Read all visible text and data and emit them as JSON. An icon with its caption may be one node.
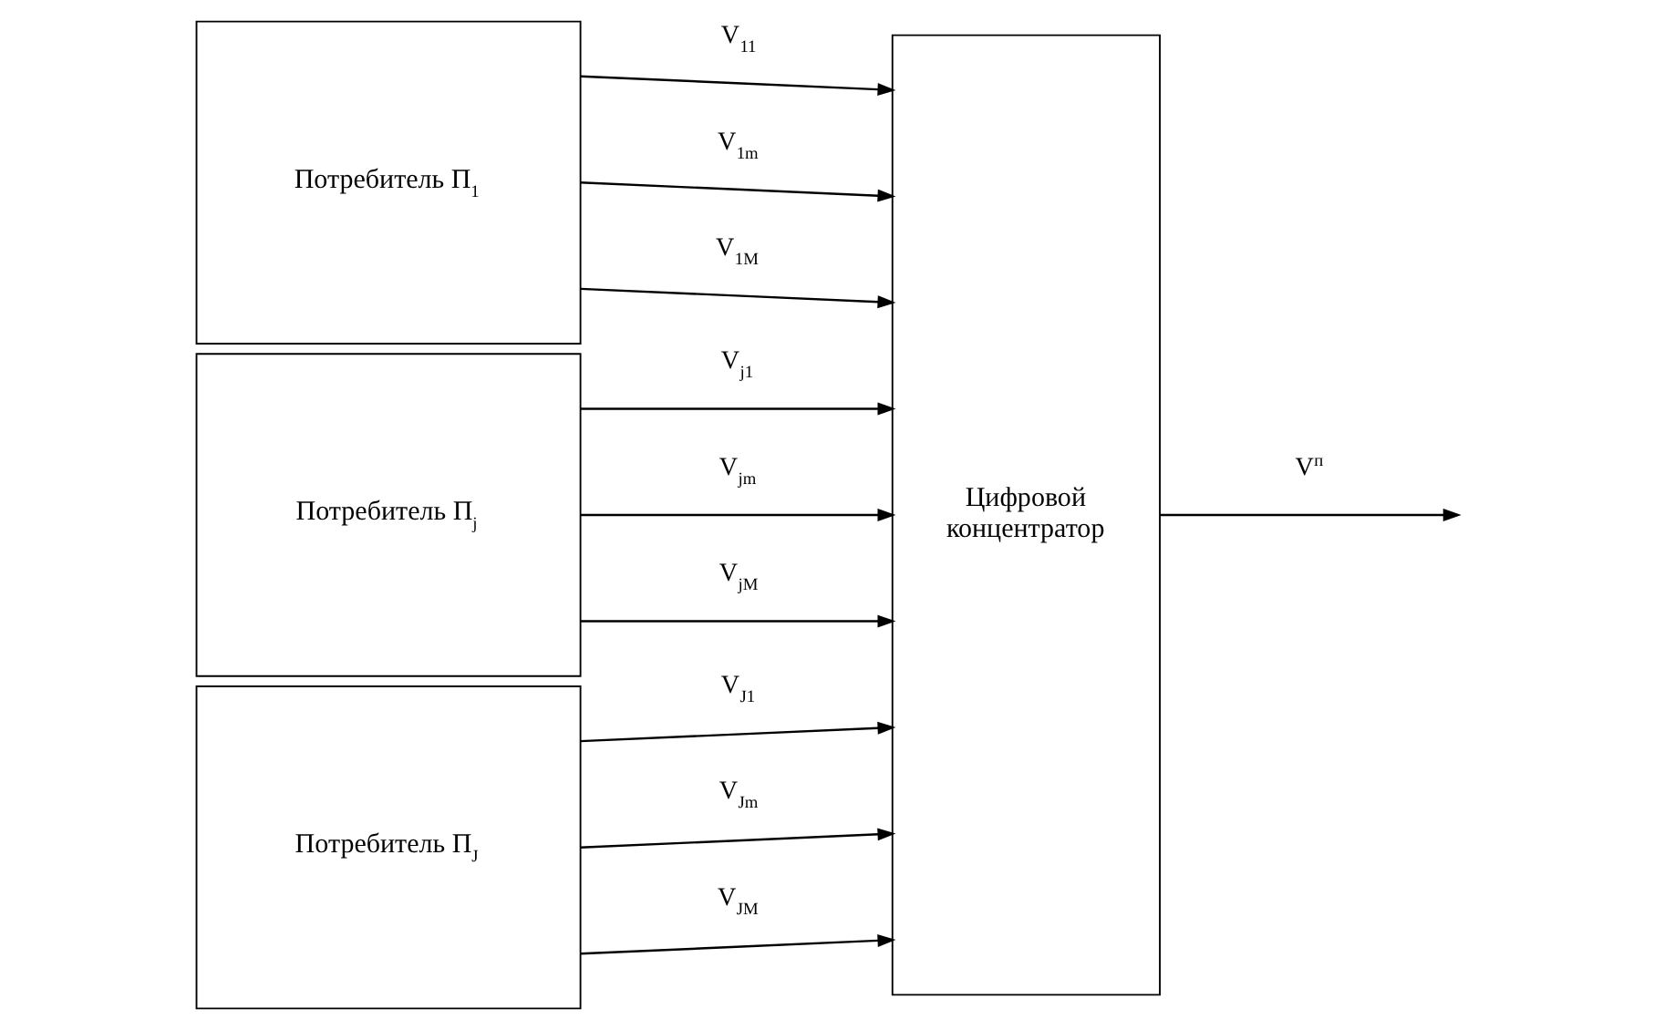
{
  "diagram": {
    "nodes": [
      {
        "text": [
          "Потребитель П$_{1}$"
        ]
      },
      {
        "text": [
          "Потребитель П$_{j}$"
        ]
      },
      {
        "text": [
          "Потребитель П$_{J}$"
        ]
      },
      {
        "text": [
          "Цифровой концентратор"
        ]
      }
    ],
    "edges": [
      {
        "from": 0,
        "to": 3,
        "arrow": "to",
        "label": "V$_{11}$"
      },
      {
        "from": 0,
        "to": 3,
        "arrow": "to",
        "label": "V$_{1m}$"
      },
      {
        "from": 0,
        "to": 3,
        "arrow": "to",
        "label": "V$_{1M}$"
      },
      {
        "from": 1,
        "to": 3,
        "arrow": "to",
        "label": "V$_{j1}$"
      },
      {
        "from": 1,
        "to": 3,
        "arrow": "to",
        "label": "V$_{jm}$"
      },
      {
        "from": 1,
        "to": 3,
        "arrow": "to",
        "label": "V$_{jM}$"
      },
      {
        "from": 2,
        "to": 3,
        "arrow": "to",
        "label": "V$_{J1}$"
      },
      {
        "from": 2,
        "to": 3,
        "arrow": "to",
        "label": "V$_{Jm}$"
      },
      {
        "from": 2,
        "to": 3,
        "arrow": "to",
        "label": "V$_{JM}$"
      },
      {
        "from": 3,
        "to": null,
        "arrow": "to",
        "label": "V$^{п}$"
      }
    ]
  }
}
